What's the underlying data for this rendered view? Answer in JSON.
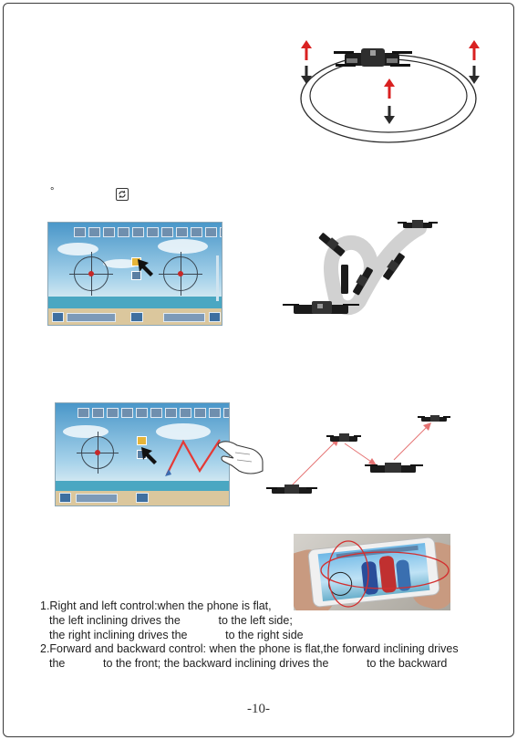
{
  "degree_mark": "°",
  "icons": {
    "rotate": "rotate-arrows-icon",
    "arrow_up": "arrow-up-icon",
    "arrow_down": "arrow-down-icon",
    "cursor": "pointer-arrow-icon",
    "hand": "finger-hand-icon"
  },
  "colors": {
    "up_arrow": "#d92121",
    "down_arrow": "#2a2a2a",
    "path_line": "#e53935",
    "trajectory": "#e57373"
  },
  "instructions": [
    {
      "line": "1.Right and left control:when the phone is flat,"
    },
    {
      "line": "the left inclining drives the            to the left side;"
    },
    {
      "line": "the right inclining drives the            to the right side"
    },
    {
      "line": "2.Forward and backward control: when the phone is flat,the forward inclining drives"
    },
    {
      "line": "the            to the front; the backward inclining drives the            to the backward"
    }
  ],
  "page_number": "-10-"
}
